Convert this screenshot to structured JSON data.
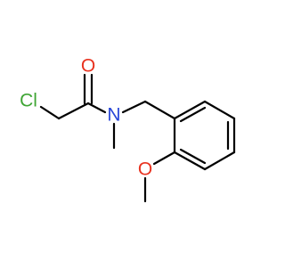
{
  "molecule": {
    "atoms": {
      "chlorine": {
        "label": "Cl",
        "color": "#3fa535"
      },
      "carbonyl_oxygen": {
        "label": "O",
        "color": "#e8321f"
      },
      "amide_nitrogen": {
        "label": "N",
        "color": "#2846d8"
      },
      "methoxy_oxygen": {
        "label": "O",
        "color": "#e8321f"
      }
    },
    "bond_color": "#000000"
  }
}
